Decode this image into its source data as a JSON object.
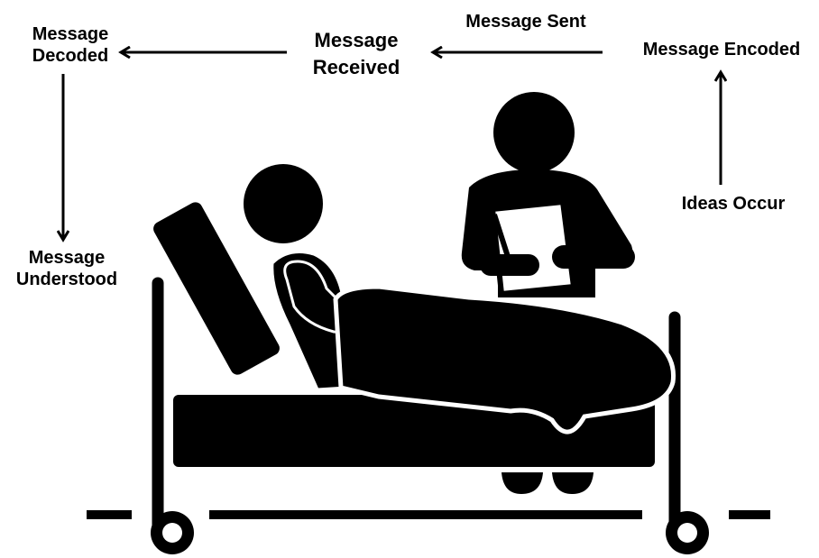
{
  "stages": {
    "ideas_occur": "Ideas Occur",
    "encoded": "Message Encoded",
    "sent": "Message Sent",
    "received_line1": "Message",
    "received_line2": "Received",
    "decoded_line1": "Message",
    "decoded_line2": "Decoded",
    "understood_line1": "Message",
    "understood_line2": "Understood"
  },
  "flow": [
    "Ideas Occur",
    "Message Encoded",
    "Message Sent",
    "Message Received",
    "Message Decoded",
    "Message Understood"
  ],
  "colors": {
    "ink": "#000000",
    "background": "#ffffff"
  },
  "icons": [
    "hospital-bed-icon",
    "patient-icon",
    "clinician-with-clipboard-icon"
  ]
}
